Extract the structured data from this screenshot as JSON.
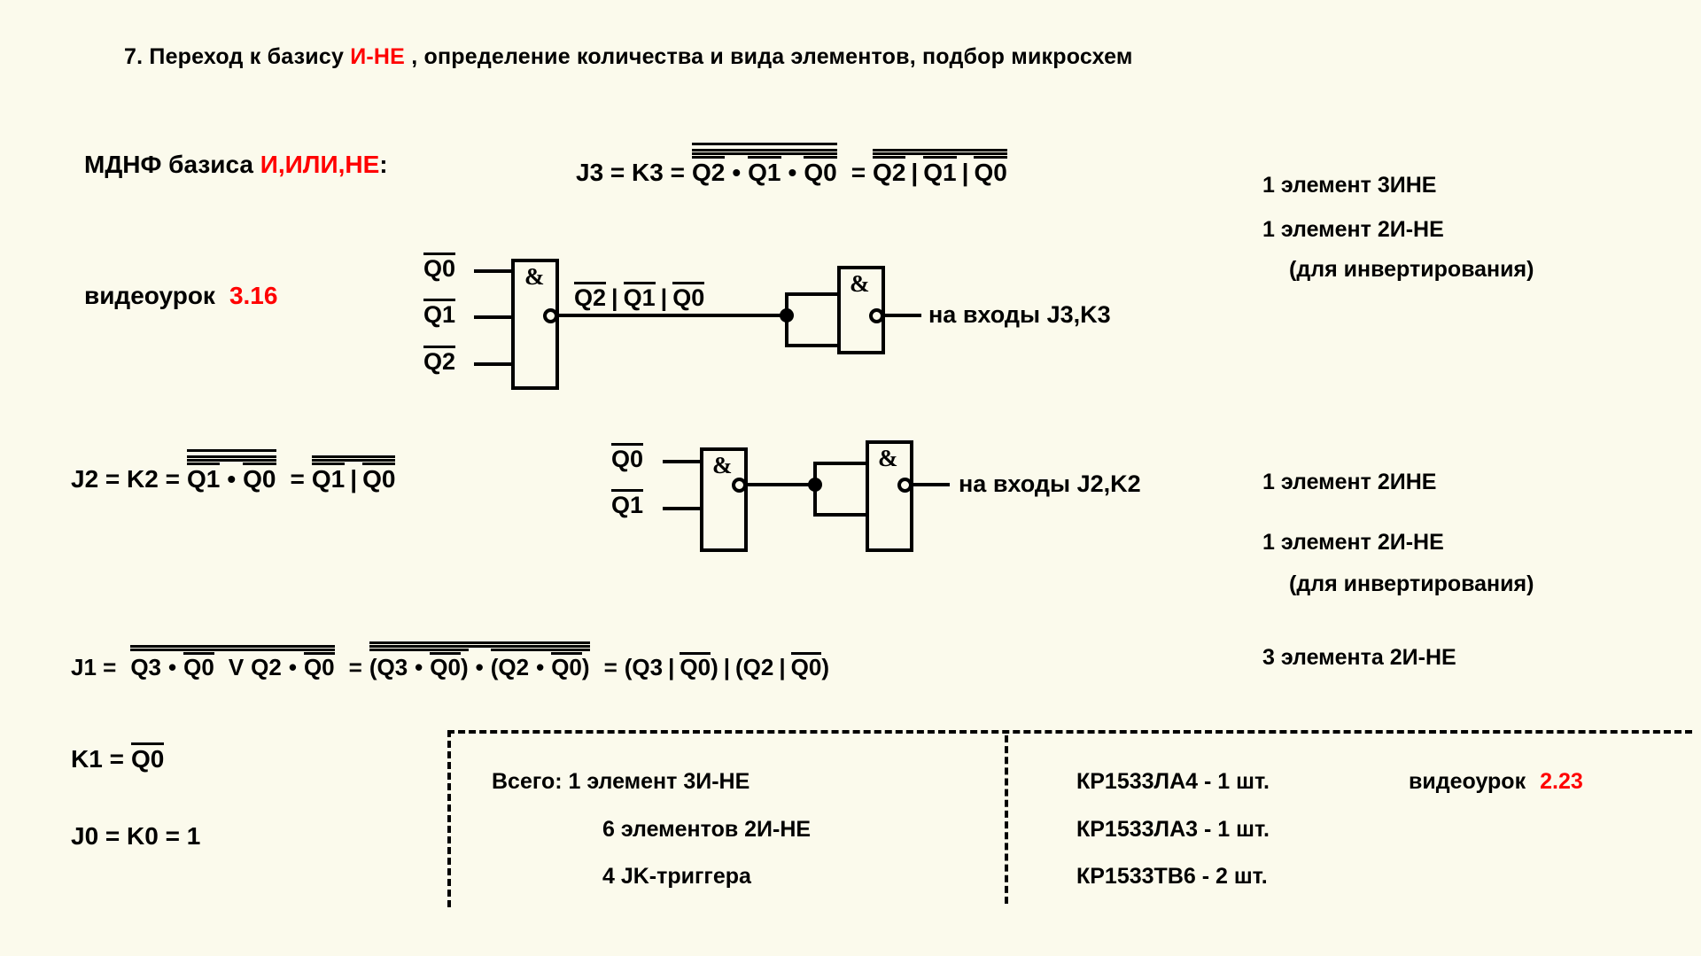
{
  "page": {
    "background_color": "#fbfaec",
    "accent_color": "#ff0000",
    "title_prefix": "7. Переход к базису ",
    "title_accent": "И-НЕ",
    "title_suffix": " , определение количества и вида элементов, подбор микросхем"
  },
  "row_mdnf": {
    "label_prefix": "МДНФ базиса ",
    "label_accent": "И,ИЛИ,НЕ",
    "label_suffix": ":",
    "video_label": "видеоурок",
    "video_number": "3.16"
  },
  "formula_j3": {
    "lhs": "J3 = K3 =",
    "eq": "=",
    "term1": "Q2",
    "dot1": "•",
    "term2": "Q1",
    "dot2": "•",
    "term3": "Q0",
    "nand_t1": "Q2",
    "nand_bar1": "|",
    "nand_t2": "Q1",
    "nand_bar2": "|",
    "nand_t3": "Q0"
  },
  "formula_j2": {
    "lhs": "J2 = K2 =",
    "eq": "=",
    "term1": "Q1",
    "dot1": "•",
    "term2": "Q0",
    "nand_t1": "Q1",
    "nand_bar1": "|",
    "nand_t2": "Q0"
  },
  "formula_j1": {
    "lhs": "J1 =",
    "p1_a": "Q3",
    "p1_dot": "•",
    "p1_b": "Q0",
    "or": "V",
    "p2_a": "Q2",
    "p2_dot": "•",
    "p2_b": "Q0",
    "eq1": "=",
    "g1_open": "(Q3",
    "g1_dot": "•",
    "g1_b": "Q0",
    "g1_close": ")",
    "mid_dot": "•",
    "g2_open": "(Q2",
    "g2_dot": "•",
    "g2_b": "Q0",
    "g2_close": ")",
    "eq2": "=",
    "n1_open": "(Q3",
    "n1_bar": "|",
    "n1_b": "Q0",
    "n1_close": ")",
    "mid_bar": "|",
    "n2_open": "(Q2",
    "n2_bar": "|",
    "n2_b": "Q0",
    "n2_close": ")"
  },
  "formula_k1": {
    "lhs": "K1 =",
    "term": "Q0"
  },
  "formula_j0": {
    "text": "J0 = K0 = 1"
  },
  "circuit1": {
    "input_labels": [
      "Q0",
      "Q1",
      "Q2"
    ],
    "gate1_symbol": "&",
    "gate2_symbol": "&",
    "mid_label": {
      "t1": "Q2",
      "b1": "|",
      "t2": "Q1",
      "b2": "|",
      "t3": "Q0"
    },
    "output_label": "на входы J3,K3"
  },
  "circuit2": {
    "input_labels": [
      "Q0",
      "Q1"
    ],
    "gate1_symbol": "&",
    "gate2_symbol": "&",
    "output_label": "на входы J2,K2"
  },
  "notes": {
    "j3": [
      "1 элемент 3ИНЕ",
      "1 элемент 2И-НЕ",
      "(для инвертирования)"
    ],
    "j2": [
      "1 элемент 2ИНЕ",
      "1 элемент 2И-НЕ",
      "(для инвертирования)"
    ],
    "j1": [
      "3 элемента 2И-НЕ"
    ]
  },
  "summary": {
    "totals": [
      "Всего: 1 элемент 3И-НЕ",
      "6 элементов 2И-НЕ",
      "4 JK-триггера"
    ],
    "chips": [
      "КР1533ЛА4 - 1 шт.",
      "КР1533ЛА3 - 1 шт.",
      "КР1533ТВ6 - 2 шт."
    ],
    "video_label": "видеоурок",
    "video_number": "2.23"
  }
}
